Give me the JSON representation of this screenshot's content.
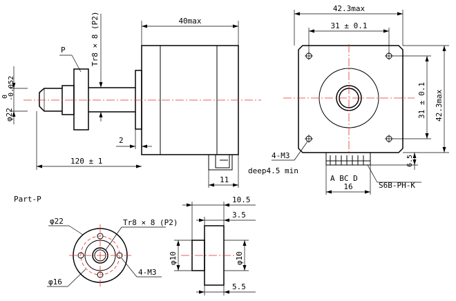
{
  "side_view": {
    "length_label": "40max",
    "thread_label": "Tr8 × 8 (P2)",
    "part_label": "P",
    "diameter_label": "φ22",
    "tol_upper": "0",
    "tol_lower": "-0.052",
    "shaft_step_label": "2",
    "shaft_length_label": "120 ± 1",
    "connector_label": "11"
  },
  "front_view": {
    "width_label": "42.3max",
    "hole_spacing_h": "31 ± 0.1",
    "hole_spacing_v": "31 ± 0.1",
    "height_label": "42.3max",
    "screw_label": "4-M3",
    "depth_label": "deep4.5 min",
    "pins_label": "A  BC  D",
    "connector_width": "16",
    "connector_height": "6.5",
    "connector_model": "S6B-PH-K"
  },
  "part_p": {
    "title": "Part-P",
    "outer_dia": "φ22",
    "thread_label": "Tr8 × 8 (P2)",
    "bolt_circle": "φ16",
    "screw_label": "4-M3",
    "total_length": "10.5",
    "flange_thick": "3.5",
    "bore_left": "φ10",
    "bore_right": "φ10",
    "hub_length": "5.5"
  }
}
